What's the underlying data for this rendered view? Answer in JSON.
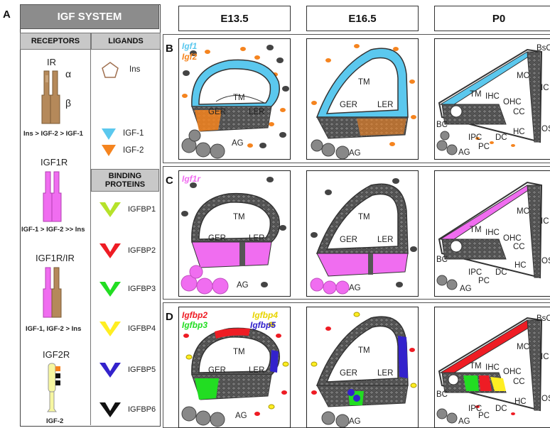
{
  "figure_letter": "A",
  "igf_system": {
    "title": "IGF SYSTEM",
    "receptors_header": "RECEPTORS",
    "ligands_header": "LIGANDS",
    "binding_header": "BINDING PROTEINS",
    "receptors": [
      {
        "name": "IR",
        "alpha": "α",
        "beta": "β",
        "affinity": "Ins > IGF-2 > IGF-1",
        "color": "#b5895a"
      },
      {
        "name": "IGF1R",
        "affinity": "IGF-1 > IGF-2 >> Ins",
        "color": "#f06df0"
      },
      {
        "name": "IGF1R/IR",
        "affinity": "IGF-1, IGF-2 > Ins"
      },
      {
        "name": "IGF2R",
        "affinity": "IGF-2",
        "color": "#f7f7a0"
      }
    ],
    "ligands": [
      {
        "name": "Ins",
        "color": "#ffffff",
        "icon": "pentagon-outline-icon"
      },
      {
        "name": "IGF-1",
        "color": "#5bc8ee",
        "icon": "triangle-icon"
      },
      {
        "name": "IGF-2",
        "color": "#f5841f",
        "icon": "triangle-icon"
      }
    ],
    "binding_proteins": [
      {
        "name": "IGFBP1",
        "color": "#b6e22a"
      },
      {
        "name": "IGFBP2",
        "color": "#ee1c24"
      },
      {
        "name": "IGFBP3",
        "color": "#22dd22"
      },
      {
        "name": "IGFBP4",
        "color": "#ffee22"
      },
      {
        "name": "IGFBP5",
        "color": "#3322cc"
      },
      {
        "name": "IGFBP6",
        "color": "#111111"
      }
    ]
  },
  "stages": [
    "E13.5",
    "E16.5",
    "P0"
  ],
  "panels": [
    {
      "letter": "B",
      "genes": [
        {
          "name": "Igf1",
          "color": "#5bc8ee"
        },
        {
          "name": "Igf2",
          "color": "#f5841f"
        }
      ]
    },
    {
      "letter": "C",
      "genes": [
        {
          "name": "Igf1r",
          "color": "#f06df0"
        }
      ]
    },
    {
      "letter": "D",
      "genes": [
        {
          "name": "Igfbp2",
          "color": "#ee1c24"
        },
        {
          "name": "Igfbp3",
          "color": "#22dd22"
        },
        {
          "name": "Igfbp4",
          "color": "#e8d400"
        },
        {
          "name": "Igfbp5",
          "color": "#3322cc"
        }
      ]
    }
  ],
  "anatomy_labels": {
    "tm": "TM",
    "ger": "GER",
    "ler": "LER",
    "ag": "AG",
    "bsc": "BsC",
    "mc": "MC",
    "ic": "IC",
    "ihc": "IHC",
    "ohc": "OHC",
    "cc": "CC",
    "bc": "BC",
    "ipc": "IPC",
    "pc": "PC",
    "dc": "DC",
    "hc": "HC",
    "os": "OS"
  }
}
